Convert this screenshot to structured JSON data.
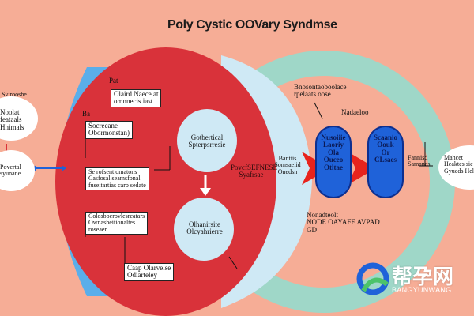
{
  "title": "Poly Cystic OOVary Syndmse",
  "left_nodes": [
    {
      "id": "l1",
      "text": "Sv rooshe"
    },
    {
      "id": "l2",
      "text": "Noolat\nfeataals\nHnimals"
    },
    {
      "id": "l3",
      "text": "Povertal\nsyunane"
    }
  ],
  "red_region": {
    "corner_label": "Pat",
    "b_label": "Ba",
    "boxes": [
      {
        "id": "r1",
        "text": "Olaird Naece at\nomnnecis iast"
      },
      {
        "id": "r2",
        "text": "Socrecane\nObormonstan)"
      },
      {
        "id": "r3",
        "text": "Se rofsent omatons\nCasfosal seamsfonal\nfuseitartias caro sedate"
      },
      {
        "id": "r4",
        "text": "Colosboerovlesreatars\nOwnasheitionaltes\nroseaen"
      },
      {
        "id": "r5",
        "text": "Caap Olarvelse\nOdiarteley"
      }
    ],
    "circle_top": "Gotbertical\nSpterpsrresie",
    "circle_bottom": "Olhanirsite\nOlcyahrierre"
  },
  "center_labels": {
    "overlap": "PovcfSEFNESE\nSyafrsae",
    "inner": "Bantiis\nSomsaeiid\nOnedsn"
  },
  "right_region": {
    "top_text": "Bnosontaoboolace\nrpelaats oose",
    "medalio": "Nadaeloo",
    "pill_left": "Nusoiiie\nLaoriy\nOla\nOuceo\nOtltae",
    "pill_right": "Scaanio\nOouk\nOr\nCLsaes",
    "bottom_text": "Nonadteolt\nNODE OAYAFE AVPAD\nGD",
    "right_side": "Fannisd\nSamanes",
    "far_right": "Mahcet\nHeaktes sie\nGyueds Hel"
  },
  "watermark": {
    "text": "帮孕网",
    "sub": "BANGYUNWANG"
  },
  "colors": {
    "background": "#f6ad96",
    "red_circle": "#d9323a",
    "light_blue": "#bfe2f4",
    "mid_blue": "#5aaeea",
    "teal_ring": "#9fd7c8",
    "pill_blue": "#1f62d9",
    "arrow_red": "#e8231c"
  }
}
